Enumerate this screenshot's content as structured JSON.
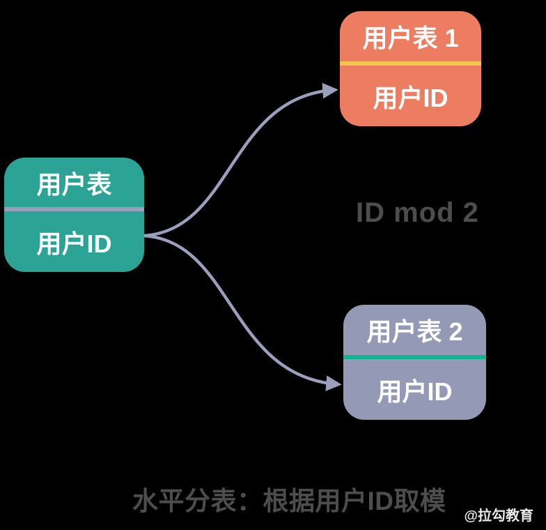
{
  "diagram": {
    "source_table": {
      "title": "用户表",
      "field": "用户ID"
    },
    "shard1": {
      "title": "用户表 1",
      "field": "用户ID"
    },
    "shard2": {
      "title": "用户表 2",
      "field": "用户ID"
    },
    "operation_label": "ID mod 2",
    "caption": "水平分表：根据用户ID取模",
    "watermark": "@拉勾教育"
  },
  "colors": {
    "background": "#000000",
    "source_fill": "#2BA495",
    "source_divider": "#9B9FBB",
    "shard1_fill": "#EC7D60",
    "shard1_divider": "#F1C64F",
    "shard2_fill": "#9499B6",
    "shard2_divider": "#10B48E",
    "arrow": "#9B9FBB",
    "box_text": "#FFFFFF",
    "label_text": "#4D4D4D",
    "watermark_text": "#E9E9E9"
  }
}
